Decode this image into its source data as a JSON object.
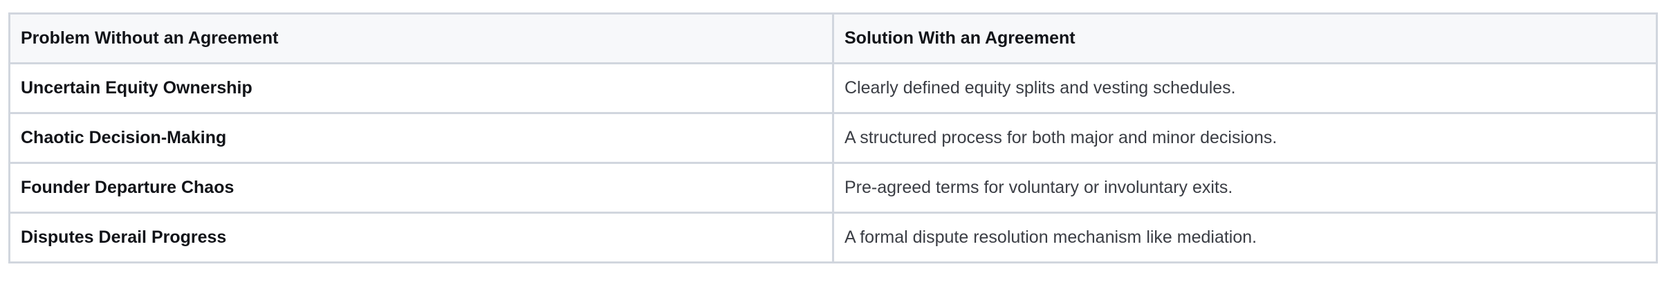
{
  "table": {
    "headers": [
      "Problem Without an Agreement",
      "Solution With an Agreement"
    ],
    "rows": [
      {
        "problem": "Uncertain Equity Ownership",
        "solution": "Clearly defined equity splits and vesting schedules."
      },
      {
        "problem": "Chaotic Decision-Making",
        "solution": "A structured process for both major and minor decisions."
      },
      {
        "problem": "Founder Departure Chaos",
        "solution": "Pre-agreed terms for voluntary or involuntary exits."
      },
      {
        "problem": "Disputes Derail Progress",
        "solution": "A formal dispute resolution mechanism like mediation."
      }
    ]
  },
  "colors": {
    "border": "#d1d6de",
    "header_background": "#f7f8fa",
    "header_text": "#111318",
    "body_text": "#3a3d44"
  }
}
